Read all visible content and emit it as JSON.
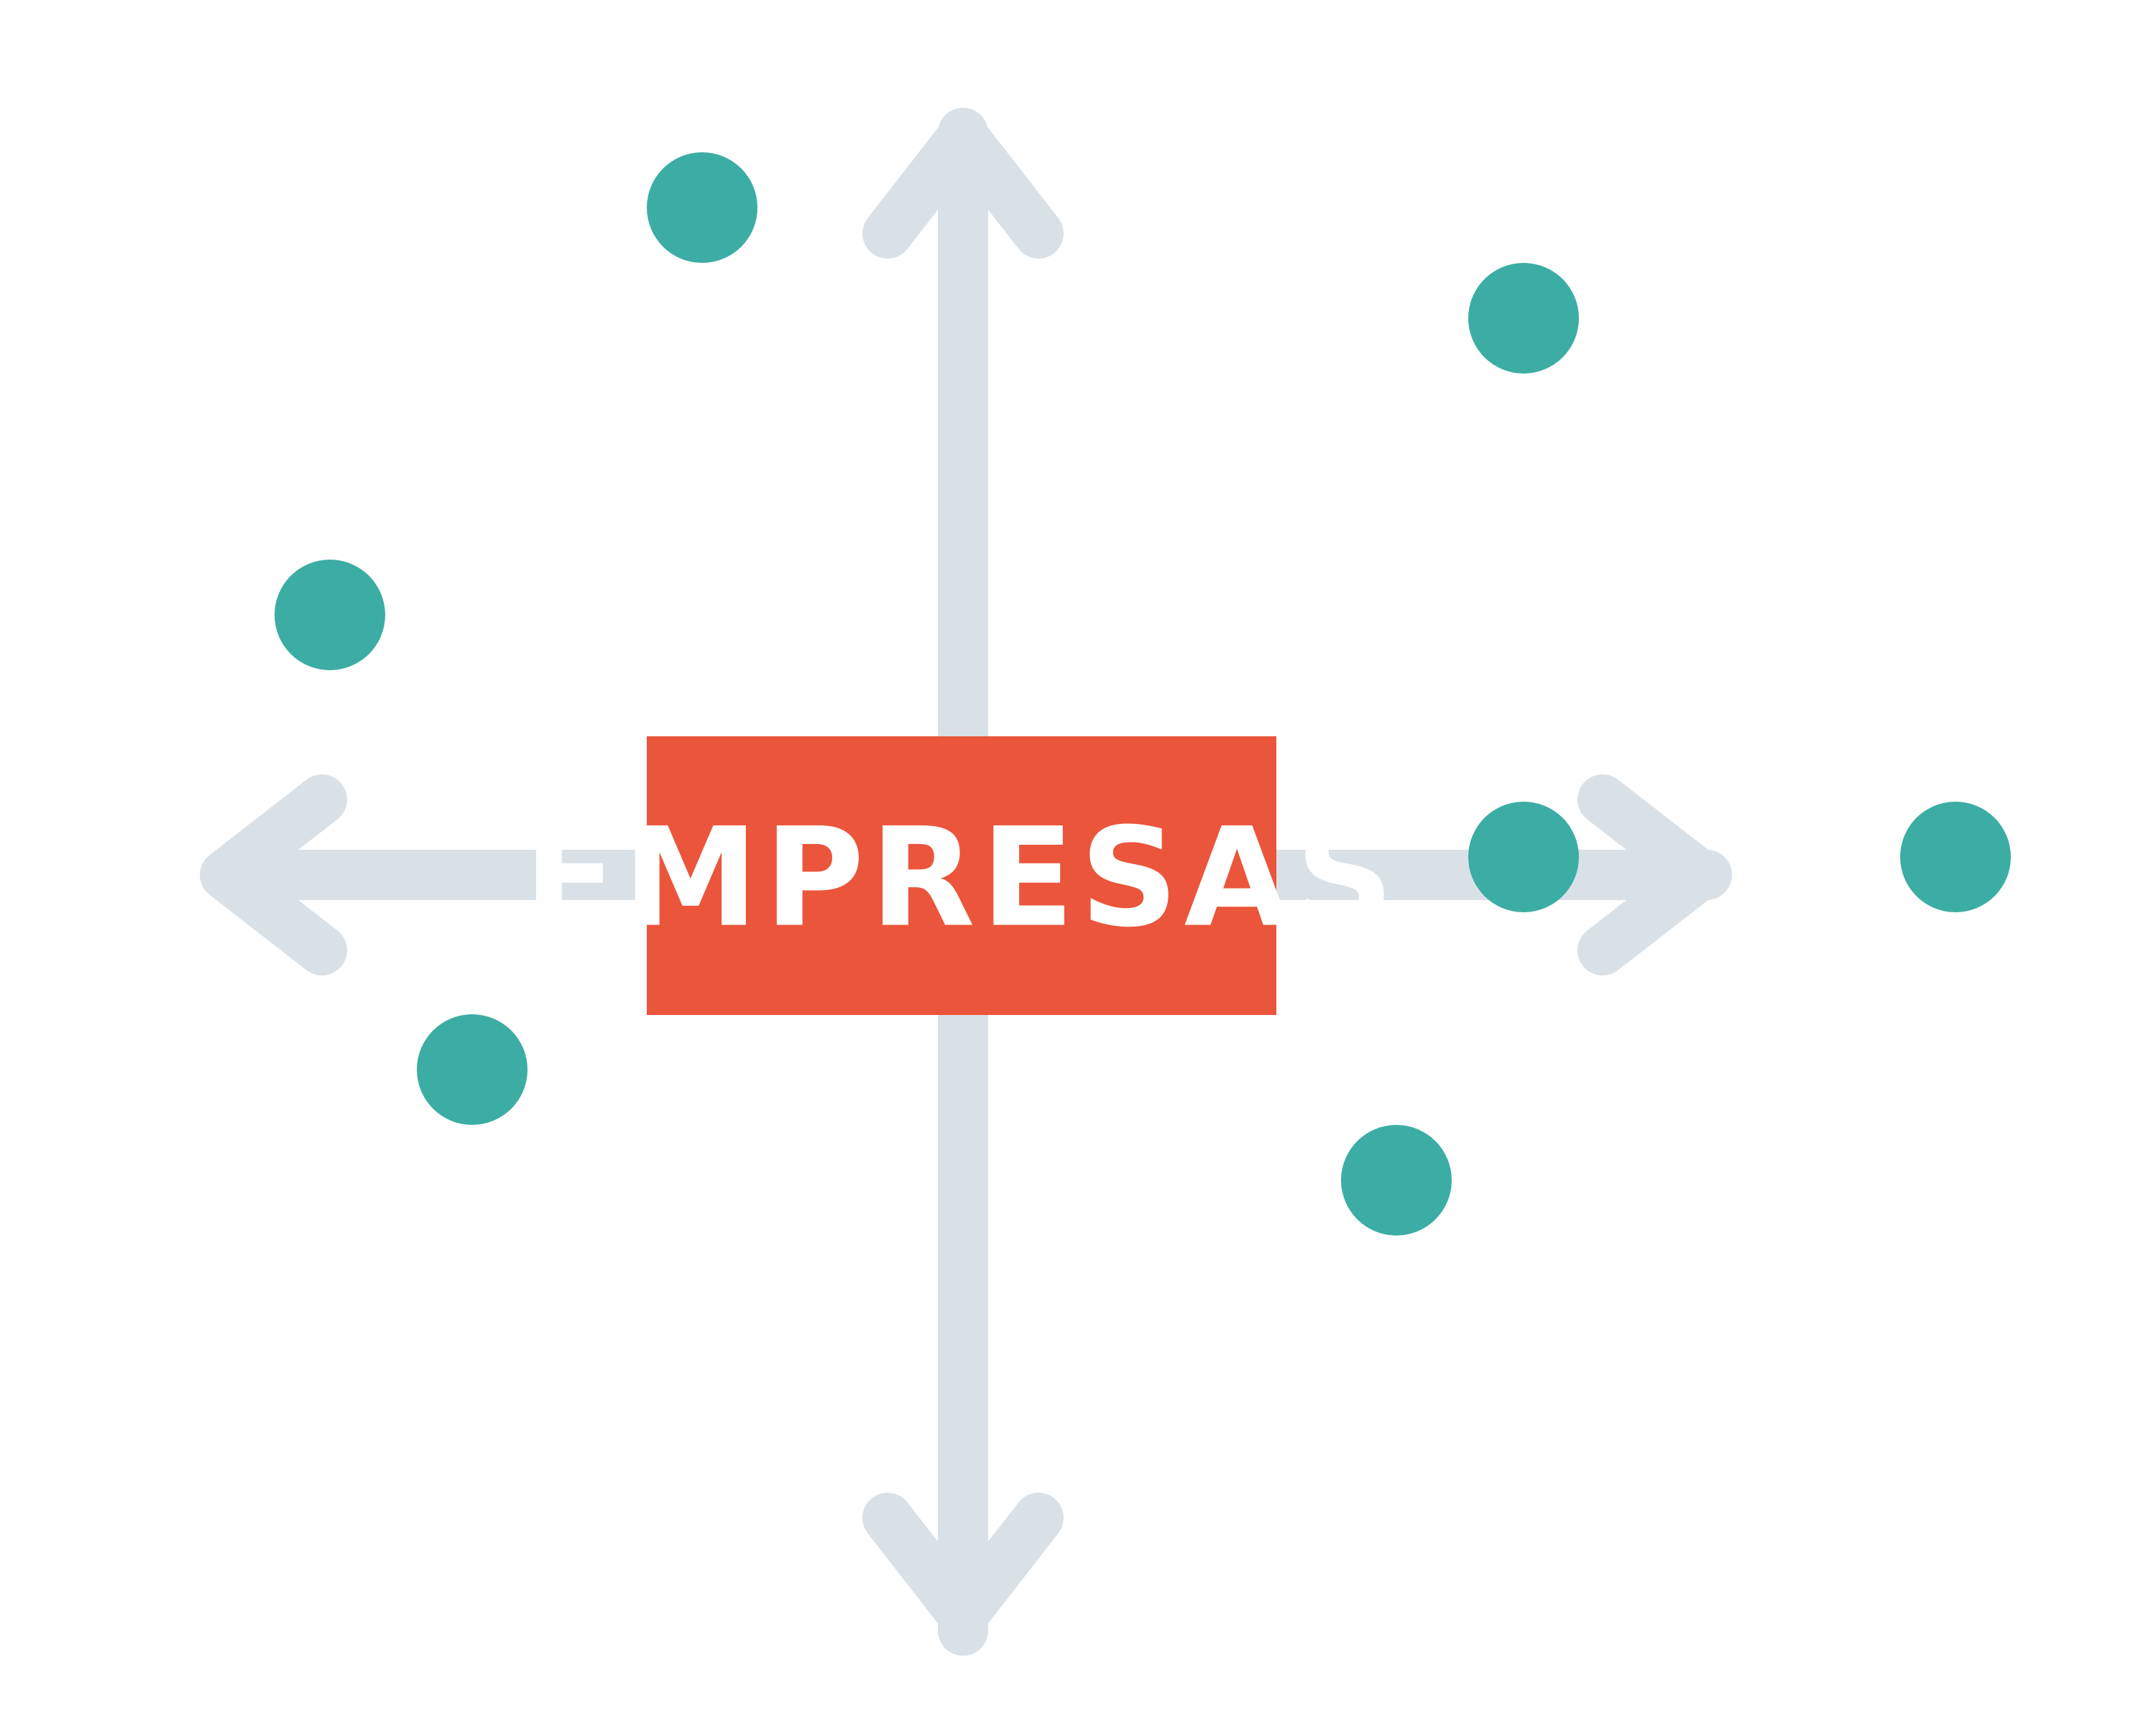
{
  "diagram": {
    "center_label": "EMPRESAS",
    "colors": {
      "background": "#ffffff",
      "arrow": "#d9e1e7",
      "center_box": "#eb553b",
      "center_text": "#ffffff",
      "dot": "#3cada4"
    },
    "arrows": [
      "up-arrow",
      "down-arrow",
      "left-arrow",
      "right-arrow"
    ],
    "dots": [
      "dot-top-center",
      "dot-top-right",
      "dot-mid-left",
      "dot-bottom-left",
      "dot-right-on-arrow",
      "dot-far-right",
      "dot-bottom-right"
    ]
  }
}
